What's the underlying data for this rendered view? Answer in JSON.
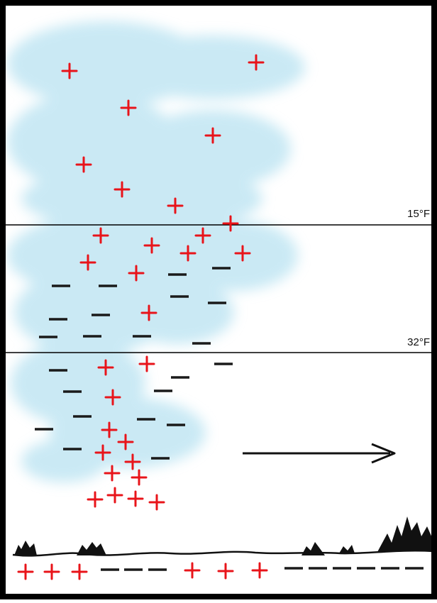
{
  "layers": [
    {
      "id": "upper",
      "temperature_label": "15°F"
    },
    {
      "id": "middle",
      "temperature_label": "32°F"
    },
    {
      "id": "lower",
      "temperature_label": ""
    }
  ],
  "colors": {
    "frame": "#000000",
    "cloud": "#9fd8ec",
    "positive_charge": "#e8141a",
    "negative_charge": "#1a1a1a",
    "ground": "#111111",
    "background": "#ffffff"
  },
  "charge_symbols": {
    "positive": "+",
    "negative": "−"
  },
  "icons": {
    "wind_direction": "arrow-right-icon",
    "trees": "tree-silhouette-icon"
  }
}
